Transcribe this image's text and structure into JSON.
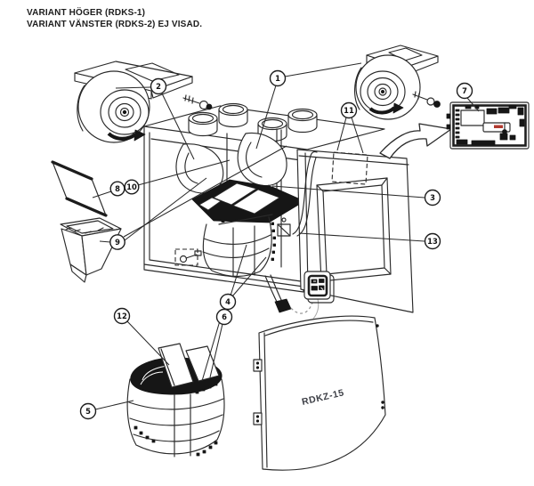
{
  "header": {
    "line1": "VARIANT HÖGER (RDKS-1)",
    "line2": "VARIANT VÄNSTER (RDKS-2) EJ VISAD."
  },
  "panel_label": "RDKZ-15",
  "callouts": [
    {
      "label": "1"
    },
    {
      "label": "2"
    },
    {
      "label": "3"
    },
    {
      "label": "4"
    },
    {
      "label": "5"
    },
    {
      "label": "6"
    },
    {
      "label": "7"
    },
    {
      "label": "8"
    },
    {
      "label": "9"
    },
    {
      "label": "10"
    },
    {
      "label": "11"
    },
    {
      "label": "12"
    },
    {
      "label": "13"
    }
  ],
  "colors": {
    "line": "#2a2a2a",
    "dark_fill": "#161616",
    "accent_red": "#b0392f",
    "background": "#ffffff"
  }
}
